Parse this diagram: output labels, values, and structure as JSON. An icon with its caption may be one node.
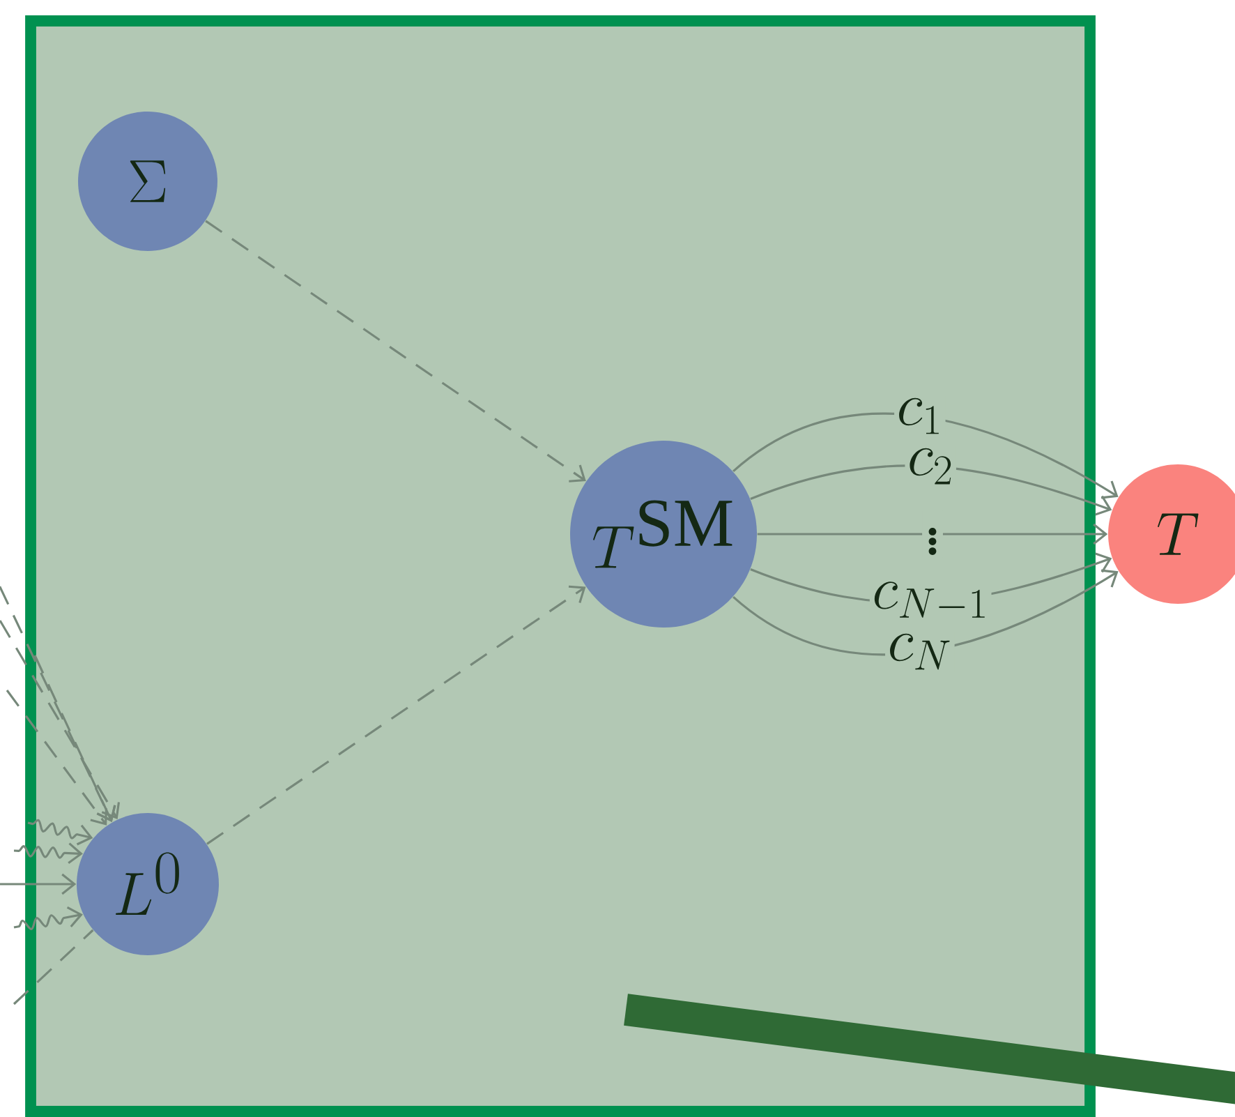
{
  "diagram": {
    "nodes": [
      {
        "text": [],
        "shape": "box"
      },
      {
        "text": [
          "\\Sigma"
        ],
        "in": 0
      },
      {
        "text": [
          "T^{\\mathrm{SM}}"
        ],
        "in": 0
      },
      {
        "text": [
          "L^{0}"
        ],
        "in": 0
      },
      {
        "text": [
          "T"
        ]
      }
    ],
    "edges": [
      {
        "from": 1,
        "to": 2,
        "arrow": "to",
        "style": "dashed"
      },
      {
        "from": 3,
        "to": 2,
        "arrow": "to",
        "style": "dashed"
      },
      {
        "from": 2,
        "to": 4,
        "arrow": "to",
        "label": "c_{1}"
      },
      {
        "from": 2,
        "to": 4,
        "arrow": "to",
        "label": "c_{2}"
      },
      {
        "from": 2,
        "to": 4,
        "arrow": "to",
        "label": "\\vdots"
      },
      {
        "from": 2,
        "to": 4,
        "arrow": "to",
        "label": "c_{N-1}"
      },
      {
        "from": 2,
        "to": 4,
        "arrow": "to",
        "label": "c_{N}"
      },
      {
        "from": null,
        "to": 3,
        "arrow": "to",
        "style": "dashed"
      },
      {
        "from": null,
        "to": 3,
        "arrow": "to",
        "style": "dashed"
      },
      {
        "from": null,
        "to": 3,
        "arrow": "to",
        "style": "dashed"
      },
      {
        "from": null,
        "to": 3,
        "arrow": "to",
        "style": "dashed"
      },
      {
        "from": null,
        "to": 3,
        "arrow": "to"
      },
      {
        "from": null,
        "to": 3,
        "arrow": "to"
      },
      {
        "from": null,
        "to": 3,
        "arrow": "to"
      },
      {
        "from": null,
        "to": 3,
        "arrow": "to"
      },
      {
        "from": null,
        "to": 3,
        "arrow": "none",
        "style": "dashed"
      }
    ]
  }
}
